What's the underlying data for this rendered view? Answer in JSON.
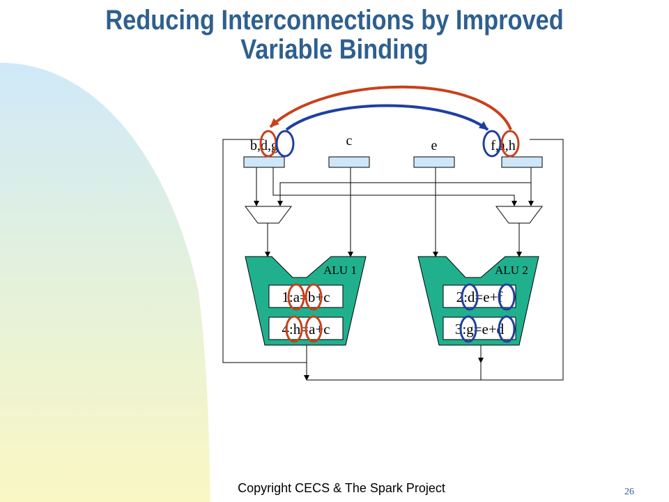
{
  "slide": {
    "title_line1": "Reducing Interconnections by Improved",
    "title_line2": "Variable Binding",
    "footer": "Copyright CECS & The Spark Project",
    "page_number": "26"
  },
  "diagram": {
    "registers": [
      {
        "label": "b,d,g"
      },
      {
        "label": "c"
      },
      {
        "label": "e"
      },
      {
        "label": "f,a,h"
      }
    ],
    "alus": [
      {
        "label": "ALU 1",
        "ops": [
          "1:a=b+c",
          "4:h=a+c"
        ]
      },
      {
        "label": "ALU 2",
        "ops": [
          "2:d=e+f",
          "3:g=e+d"
        ]
      }
    ]
  },
  "colors": {
    "title": "#2e5f8f",
    "alu_fill": "#21b08d",
    "register_fill": "#cfe6f8",
    "red_arc": "#c8411b",
    "blue_arc": "#1f3fa0"
  }
}
